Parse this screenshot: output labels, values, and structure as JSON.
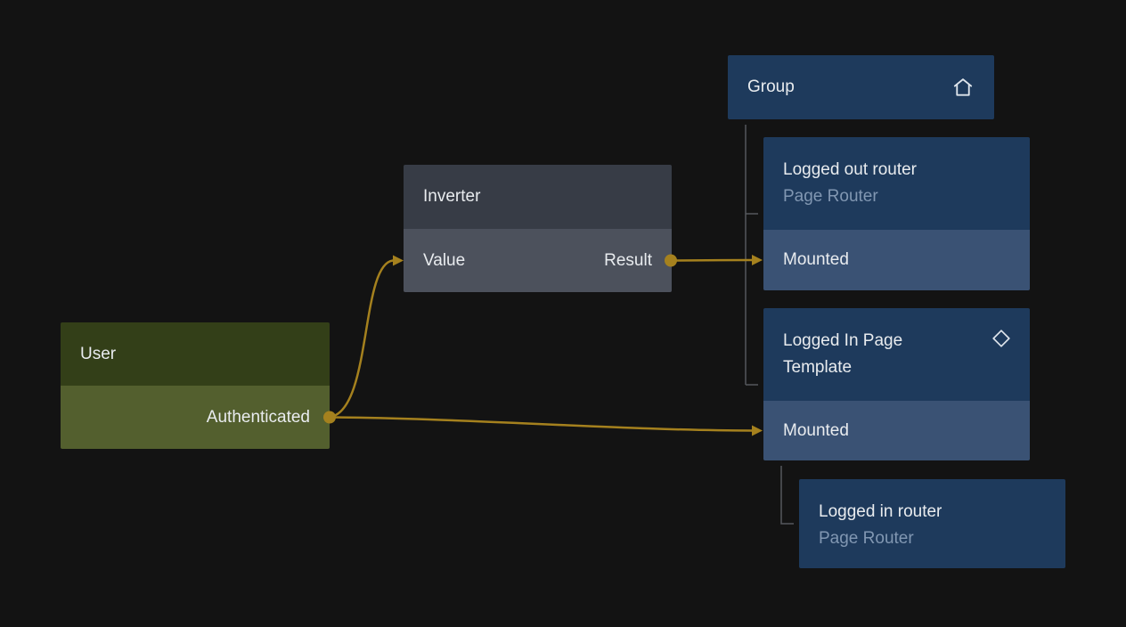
{
  "nodes": {
    "user": {
      "title": "User",
      "output_label": "Authenticated"
    },
    "inverter": {
      "title": "Inverter",
      "input_label": "Value",
      "output_label": "Result"
    },
    "group": {
      "title": "Group",
      "icon": "home-icon"
    },
    "logged_out_router": {
      "title": "Logged out router",
      "subtitle": "Page Router",
      "state_label": "Mounted"
    },
    "logged_in_page_template": {
      "title": "Logged In Page Template",
      "icon": "diamond-icon",
      "state_label": "Mounted"
    },
    "logged_in_router": {
      "title": "Logged in router",
      "subtitle": "Page Router"
    }
  },
  "colors": {
    "background": "#131313",
    "user_header": "#333f18",
    "user_row": "#535f2e",
    "inverter_header": "#373c46",
    "inverter_row": "#4c515c",
    "blue_header": "#1e3a5c",
    "blue_row": "#3a5274",
    "title_text": "#e9ecef",
    "subtitle_text": "#8197b2",
    "wire": "#a5811e",
    "tree_connector": "#55585c"
  }
}
